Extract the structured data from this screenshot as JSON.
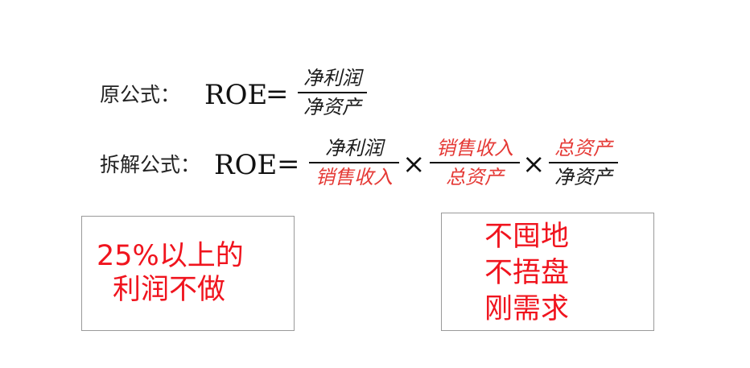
{
  "formula_original": {
    "label": "原公式：",
    "lhs": "ROE",
    "equals": "=",
    "numerator": "净利润",
    "denominator": "净资产"
  },
  "formula_decomposed": {
    "label": "拆解公式：",
    "lhs": "ROE",
    "equals": "=",
    "times": "×",
    "fractions": [
      {
        "numerator": "净利润",
        "denominator": "销售收入"
      },
      {
        "numerator": "销售收入",
        "denominator": "总资产"
      },
      {
        "numerator": "总资产",
        "denominator": "净资产"
      }
    ]
  },
  "box_left": {
    "lines": [
      "25%以上的",
      "利润不做"
    ]
  },
  "box_right": {
    "lines": [
      "不囤地",
      "不捂盘",
      "刚需求"
    ]
  },
  "colors": {
    "red_term": "#e53935",
    "box_text": "#f0141e",
    "box_border": "#9a9a9a"
  }
}
